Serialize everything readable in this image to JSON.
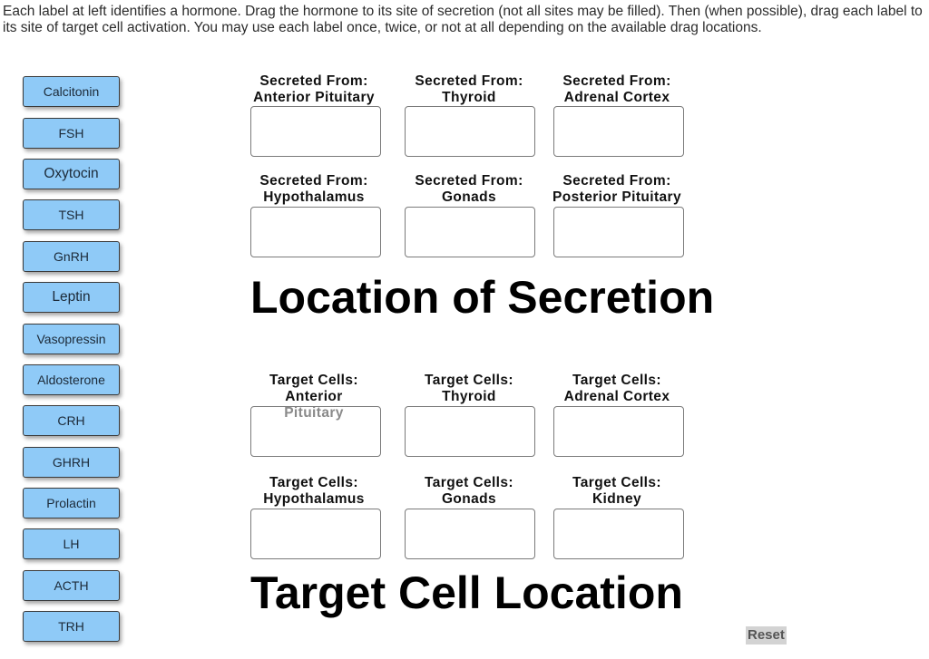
{
  "instructions": "Each label at left identifies a hormone.  Drag the hormone to its site of secretion (not all sites may be filled).  Then (when possible), drag each label to its site of target cell activation.  You may use each label once, twice, or not at all depending on the available drag locations.",
  "labels": [
    "Calcitonin",
    "FSH",
    "Oxytocin",
    "TSH",
    "GnRH",
    "Leptin",
    "Vasopressin",
    "Aldosterone",
    "CRH",
    "GHRH",
    "Prolactin",
    "LH",
    "ACTH",
    "TRH"
  ],
  "secretion": {
    "title": "Location of Secretion",
    "sites": [
      {
        "line1": "Secreted From:",
        "line2": "Anterior Pituitary"
      },
      {
        "line1": "Secreted From:",
        "line2": "Thyroid"
      },
      {
        "line1": "Secreted From:",
        "line2": "Adrenal Cortex"
      },
      {
        "line1": "Secreted From:",
        "line2": "Hypothalamus"
      },
      {
        "line1": "Secreted From:",
        "line2": "Gonads"
      },
      {
        "line1": "Secreted From:",
        "line2": "Posterior Pituitary"
      }
    ]
  },
  "target": {
    "title": "Target Cell Location",
    "sites": [
      {
        "line1": "Target Cells:",
        "line2": "Anterior",
        "line3": "Pituitary"
      },
      {
        "line1": "Target Cells:",
        "line2": "Thyroid"
      },
      {
        "line1": "Target Cells:",
        "line2": "Adrenal Cortex"
      },
      {
        "line1": "Target Cells:",
        "line2": "Hypothalamus"
      },
      {
        "line1": "Target Cells:",
        "line2": "Gonads"
      },
      {
        "line1": "Target Cells:",
        "line2": "Kidney"
      }
    ]
  },
  "reset_label": "Reset"
}
